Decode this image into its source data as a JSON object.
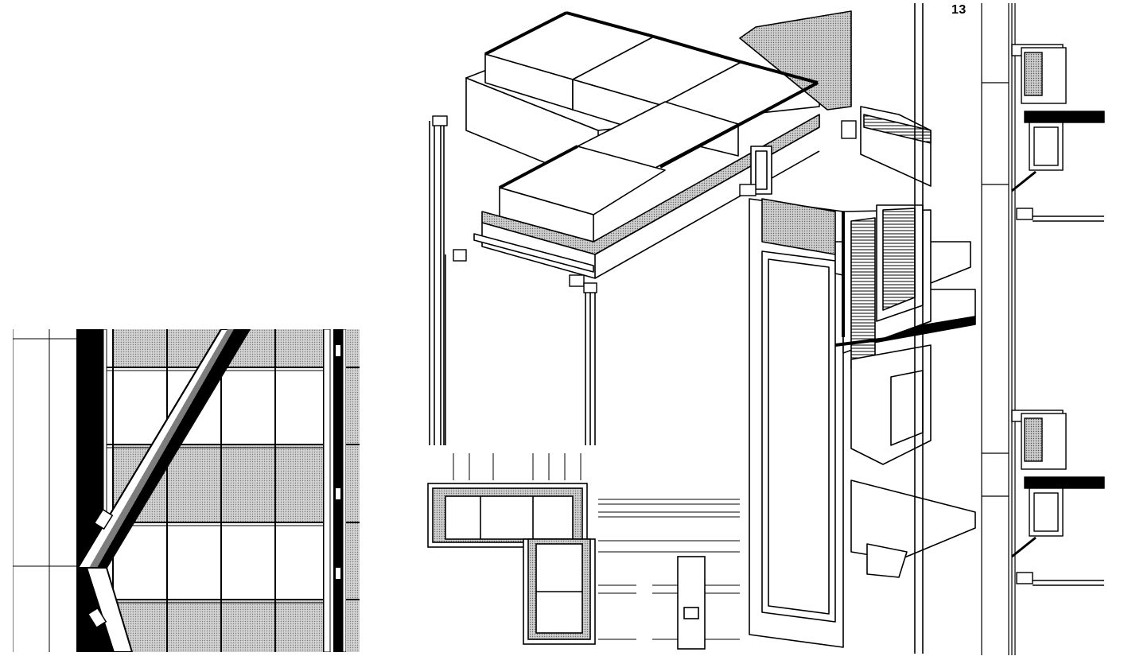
{
  "page": {
    "number": "13"
  },
  "colors": {
    "ink": "#000000",
    "paper": "#ffffff",
    "tone": "#bdbdbd"
  },
  "figures": [
    {
      "id": "elevation",
      "kind": "facade elevation with diagonal brace"
    },
    {
      "id": "isometric",
      "kind": "isometric cutaway of column and curtain wall"
    },
    {
      "id": "plan",
      "kind": "plan section of L-shaped column casing"
    },
    {
      "id": "section",
      "kind": "vertical section through curtain wall"
    }
  ]
}
